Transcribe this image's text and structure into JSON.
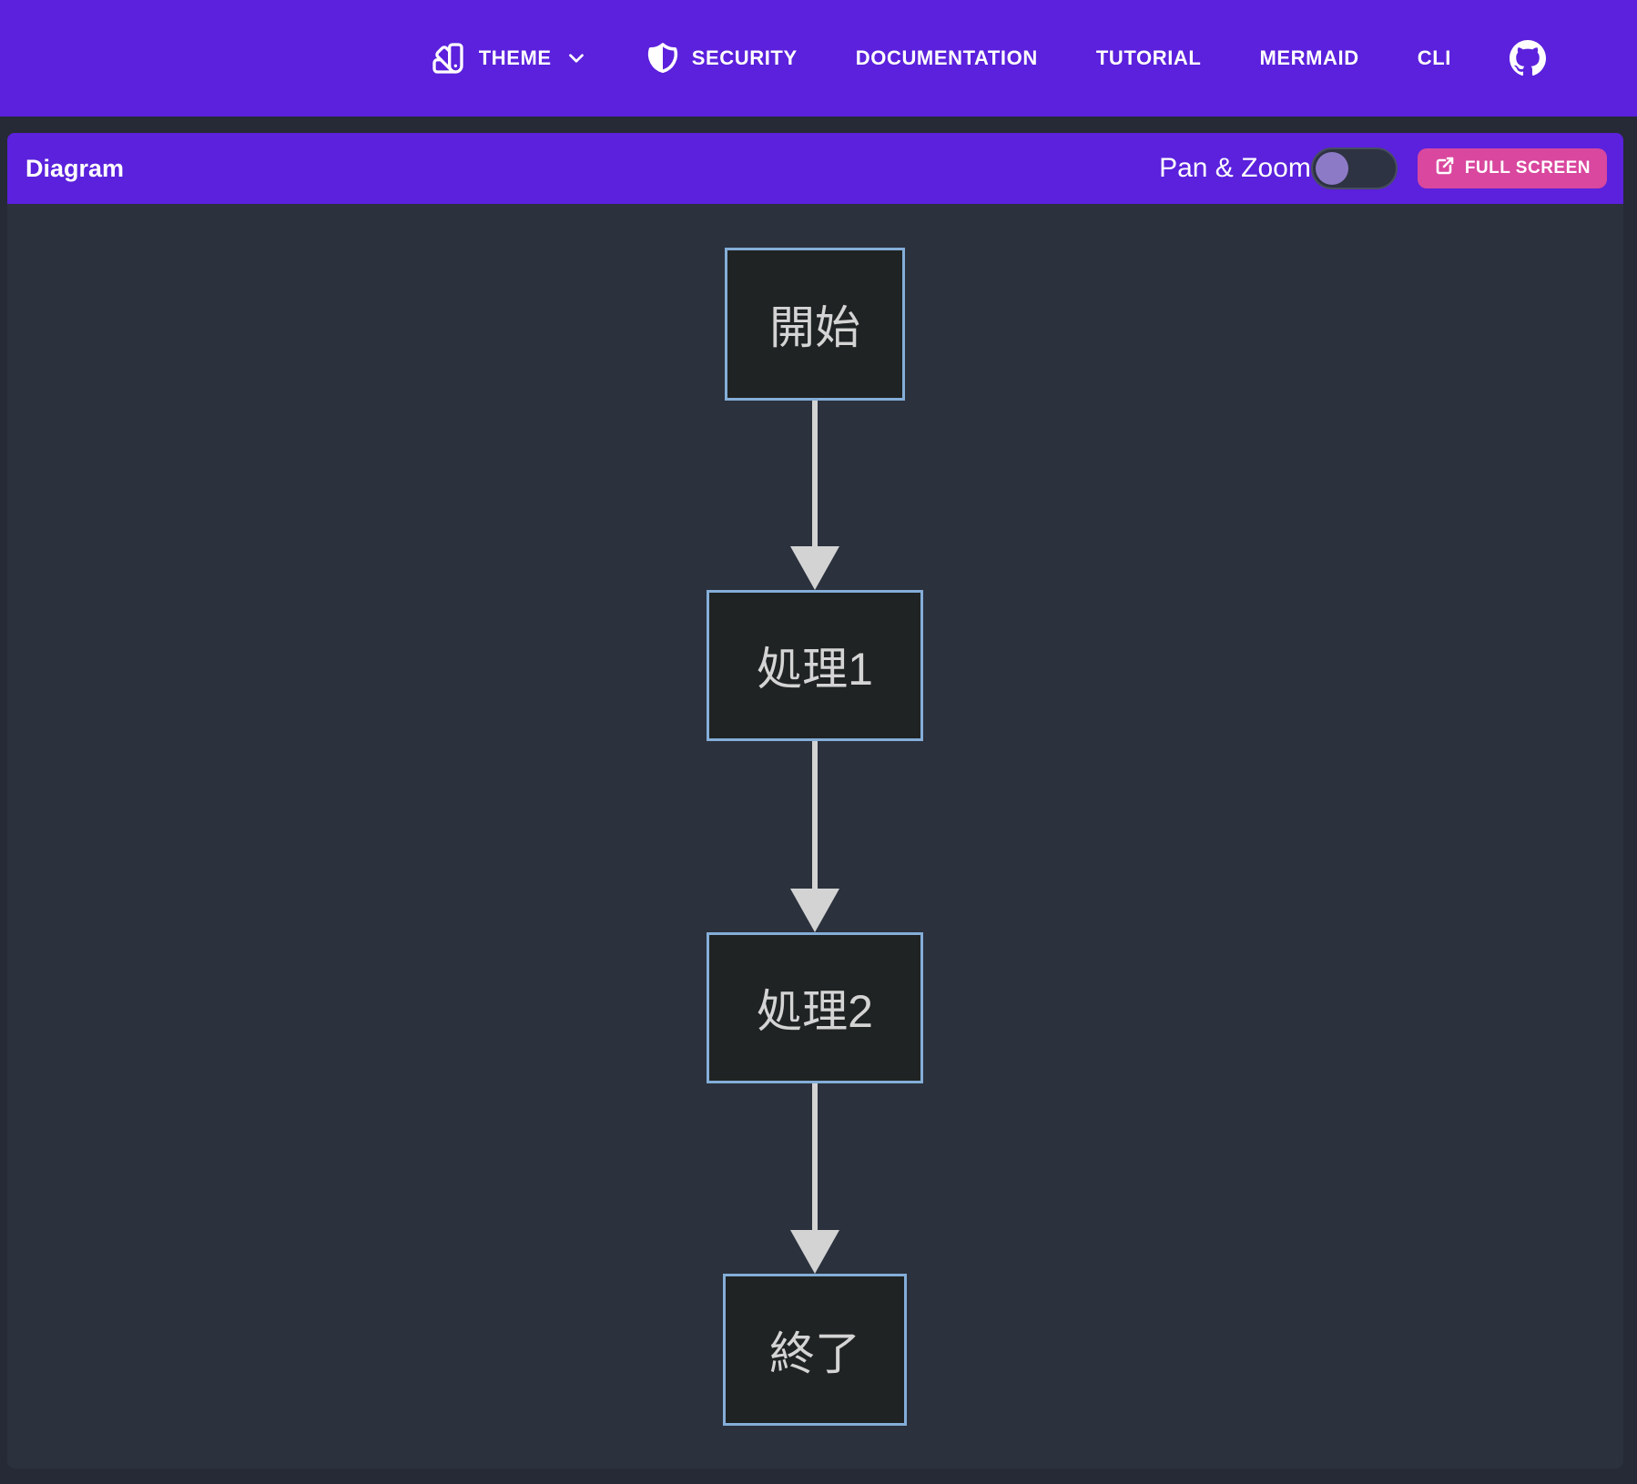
{
  "nav": {
    "items": [
      {
        "label": "THEME",
        "icon": "theme-swatch-icon",
        "has_dropdown": true
      },
      {
        "label": "SECURITY",
        "icon": "shield-icon"
      },
      {
        "label": "DOCUMENTATION"
      },
      {
        "label": "TUTORIAL"
      },
      {
        "label": "MERMAID"
      },
      {
        "label": "CLI"
      },
      {
        "label": "",
        "icon": "github-icon"
      }
    ]
  },
  "panel": {
    "title": "Diagram",
    "pan_zoom_label": "Pan & Zoom",
    "pan_zoom_enabled": false,
    "fullscreen_label": "FULL SCREEN"
  },
  "diagram": {
    "type": "flowchart",
    "direction": "top-down",
    "nodes": [
      {
        "id": "start",
        "label": "開始"
      },
      {
        "id": "process1",
        "label": "処理1"
      },
      {
        "id": "process2",
        "label": "処理2"
      },
      {
        "id": "end",
        "label": "終了"
      }
    ],
    "edges": [
      {
        "from": "開始",
        "to": "処理1"
      },
      {
        "from": "処理1",
        "to": "処理2"
      },
      {
        "from": "処理2",
        "to": "終了"
      }
    ]
  },
  "colors": {
    "nav_purple": "#5b21dc",
    "page_background": "#252a36",
    "diagram_background": "#2b313d",
    "node_fill": "#202323",
    "node_border": "#84aed8",
    "node_text": "#d4d4d4",
    "edge_line": "#d3d3d3",
    "fullscreen_pink": "#d9479e",
    "toggle_knob_purple": "#8d7ac7"
  }
}
